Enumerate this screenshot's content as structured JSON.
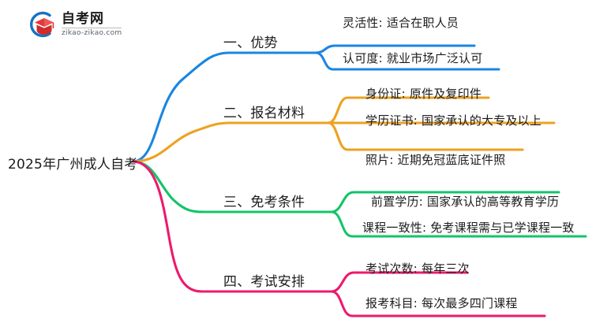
{
  "logo": {
    "title": "自考网",
    "subtitle": "zikao-zikao.com",
    "mark_name": "zikao-graduation-cap-logo"
  },
  "mindmap": {
    "root": {
      "label": "2025年广州成人自考"
    },
    "colors": {
      "blue": "#1a86e0",
      "orange": "#eda221",
      "green": "#14c468",
      "pink": "#ec1a6f"
    },
    "branches": [
      {
        "label": "一、优势",
        "color": "#1a86e0",
        "leaves": [
          {
            "label": "灵活性: 适合在职人员"
          },
          {
            "label": "认可度: 就业市场广泛认可"
          }
        ]
      },
      {
        "label": "二、报名材料",
        "color": "#eda221",
        "leaves": [
          {
            "label": "身份证: 原件及复印件"
          },
          {
            "label": "学历证书: 国家承认的大专及以上"
          },
          {
            "label": "照片: 近期免冠蓝底证件照"
          }
        ]
      },
      {
        "label": "三、免考条件",
        "color": "#14c468",
        "leaves": [
          {
            "label": "前置学历: 国家承认的高等教育学历"
          },
          {
            "label": "课程一致性: 免考课程需与已学课程一致"
          }
        ]
      },
      {
        "label": "四、考试安排",
        "color": "#ec1a6f",
        "leaves": [
          {
            "label": "考试次数: 每年三次"
          },
          {
            "label": "报考科目: 每次最多四门课程"
          }
        ]
      }
    ]
  }
}
